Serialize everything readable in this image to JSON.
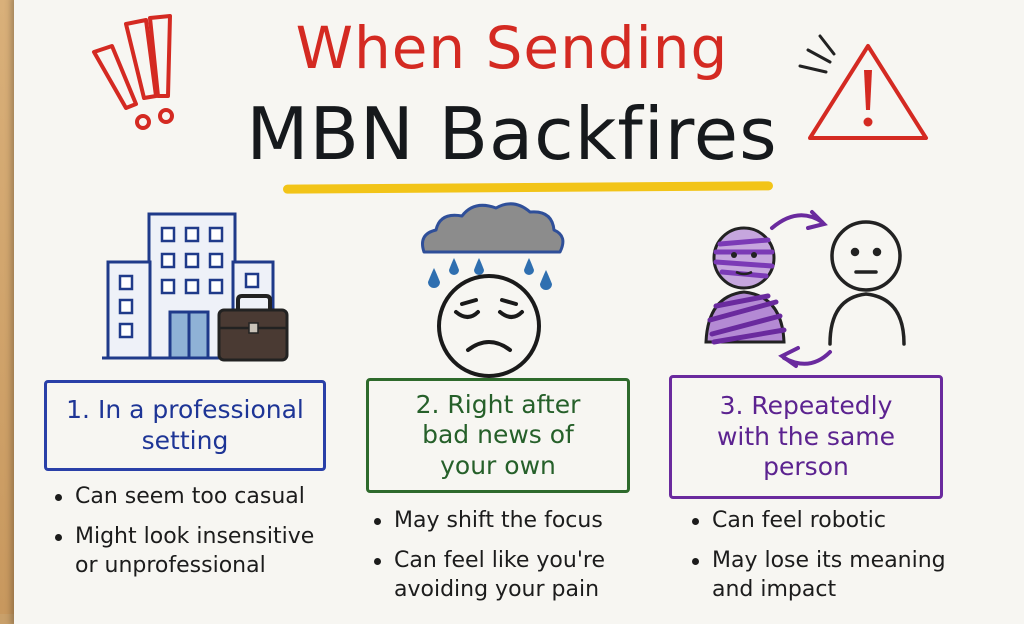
{
  "title": {
    "line1": "When Sending",
    "line2": "MBN Backfires"
  },
  "colors": {
    "title_red": "#d42a22",
    "title_black": "#16191c",
    "underline_yellow": "#f2c418",
    "blue": "#2a40a8",
    "green": "#2e6a2c",
    "purple": "#6a2a9e"
  },
  "icons": [
    "exclamation-marks-icon",
    "warning-triangle-icon",
    "office-building-icon",
    "briefcase-icon",
    "rain-cloud-icon",
    "sad-face-icon",
    "repeat-arrows-icon",
    "person-icon"
  ],
  "sections": [
    {
      "label": "1. In a professional\nsetting",
      "bullets": [
        "Can seem too casual",
        "Might look insensitive\nor unprofessional"
      ]
    },
    {
      "label": "2. Right after\nbad news of\nyour own",
      "bullets": [
        "May shift the focus",
        "Can feel like you're\navoiding your pain"
      ]
    },
    {
      "label": "3. Repeatedly\nwith the same\nperson",
      "bullets": [
        "Can feel robotic",
        "May lose its meaning\nand impact"
      ]
    }
  ]
}
